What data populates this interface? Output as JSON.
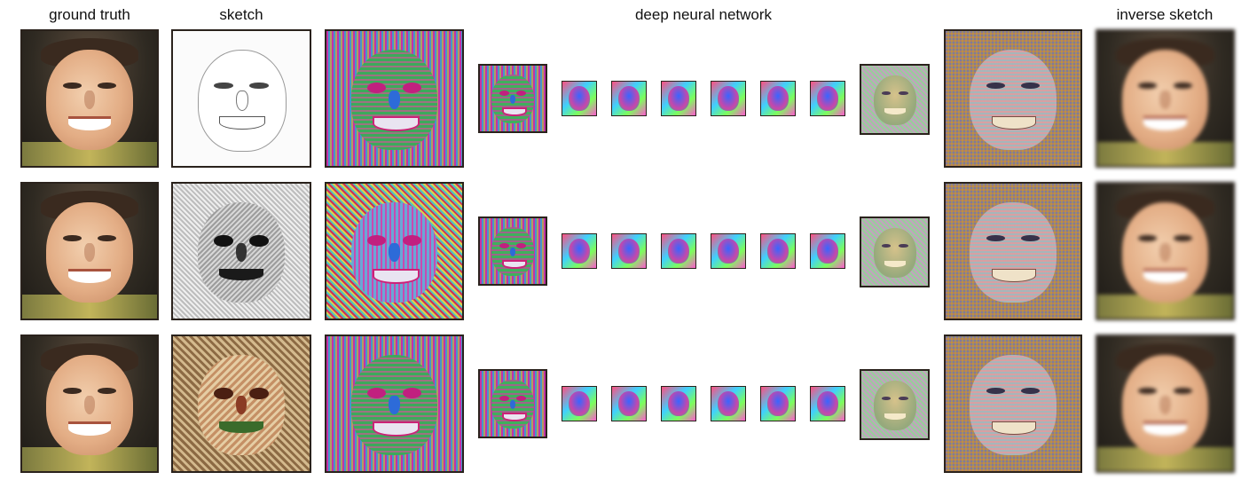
{
  "headers": {
    "ground_truth": "ground truth",
    "sketch": "sketch",
    "network": "deep neural network",
    "inverse": "inverse sketch"
  }
}
